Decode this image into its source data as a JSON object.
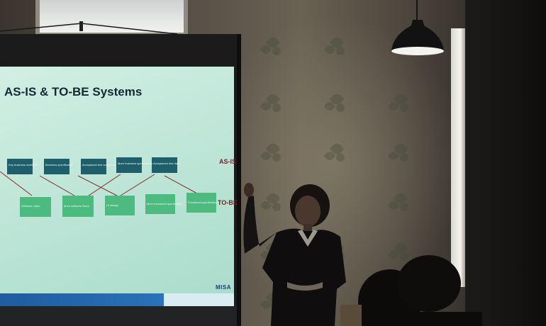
{
  "slide": {
    "title": "AS-IS & TO-BE Systems",
    "row_labels": {
      "as_is": "AS-IS",
      "to_be": "TO-BE"
    },
    "as_is_boxes": [
      "Key business workflows",
      "Business specification",
      "Acceptance test scenarios",
      "More business specification",
      "Acceptance test data"
    ],
    "to_be_boxes": [
      "Software value",
      "More software flows",
      "UI design",
      "More functional specification",
      "Functional specification"
    ],
    "logo": "MISA"
  },
  "colors": {
    "slide_bg": "#bfe6d8",
    "as_is_box": "#1f5f6b",
    "to_be_box": "#4dbb7f",
    "title": "#142a33",
    "footer_bar": "#2b72b8"
  },
  "icons": [
    "ceiling-lamp-icon",
    "projector-screen-icon"
  ]
}
